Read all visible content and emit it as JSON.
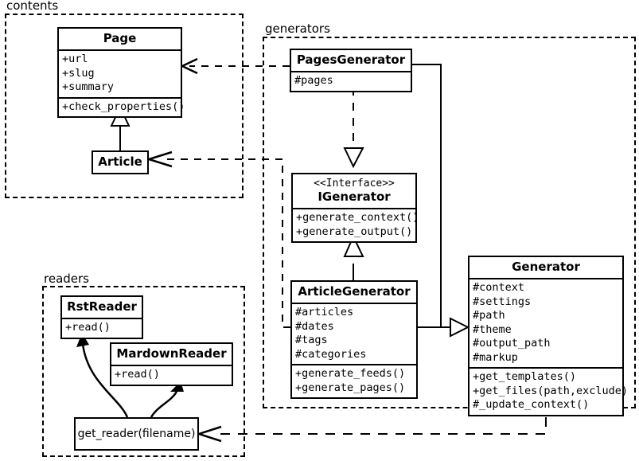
{
  "diagram": {
    "type": "uml-class-diagram",
    "title": "",
    "packages": [
      {
        "id": "contents",
        "label": "contents"
      },
      {
        "id": "generators",
        "label": "generators"
      },
      {
        "id": "readers",
        "label": "readers"
      }
    ],
    "classes": [
      {
        "id": "page",
        "name": "Page",
        "stereotype": "",
        "attributes": [
          "+url",
          "+slug",
          "+summary"
        ],
        "methods": [
          "+check_properties()"
        ],
        "package": "contents"
      },
      {
        "id": "article",
        "name": "Article",
        "stereotype": "",
        "attributes": [],
        "methods": [],
        "package": "contents"
      },
      {
        "id": "pages_generator",
        "name": "PagesGenerator",
        "stereotype": "",
        "attributes": [
          "#pages"
        ],
        "methods": [],
        "package": "generators"
      },
      {
        "id": "igenerator",
        "name": "IGenerator",
        "stereotype": "<<Interface>>",
        "attributes": [],
        "methods": [
          "+generate_context()",
          "+generate_output()"
        ],
        "package": "generators"
      },
      {
        "id": "article_generator",
        "name": "ArticleGenerator",
        "stereotype": "",
        "attributes": [
          "#articles",
          "#dates",
          "#tags",
          "#categories"
        ],
        "methods": [
          "+generate_feeds()",
          "+generate_pages()"
        ],
        "package": "generators"
      },
      {
        "id": "generator",
        "name": "Generator",
        "stereotype": "",
        "attributes": [
          "#context",
          "#settings",
          "#path",
          "#theme",
          "#output_path",
          "#markup"
        ],
        "methods": [
          "+get_templates()",
          "+get_files(path,exclude)",
          "#_update_context()"
        ],
        "package": "generators"
      },
      {
        "id": "rst_reader",
        "name": "RstReader",
        "stereotype": "",
        "attributes": [],
        "methods": [
          "+read()"
        ],
        "package": "readers"
      },
      {
        "id": "mardown_reader",
        "name": "MardownReader",
        "stereotype": "",
        "attributes": [],
        "methods": [
          "+read()"
        ],
        "package": "readers"
      },
      {
        "id": "get_reader",
        "name": "get_reader(filename)",
        "stereotype": "",
        "attributes": [],
        "methods": [],
        "package": "readers"
      }
    ],
    "relationships": [
      {
        "from": "pages_generator",
        "to": "page",
        "kind": "dependency",
        "style": "dashed-arrow"
      },
      {
        "from": "pages_generator",
        "to": "igenerator",
        "kind": "realization",
        "style": "dashed-hollow-triangle"
      },
      {
        "from": "article_generator",
        "to": "igenerator",
        "kind": "realization",
        "style": "solid-hollow-triangle"
      },
      {
        "from": "article_generator",
        "to": "article",
        "kind": "dependency",
        "style": "dashed-arrow"
      },
      {
        "from": "article",
        "to": "page",
        "kind": "inheritance",
        "style": "solid-hollow-triangle"
      },
      {
        "from": "generator",
        "to": "pages_generator",
        "kind": "aggregation",
        "style": "solid-hollow-diamond"
      },
      {
        "from": "generator",
        "to": "article_generator",
        "kind": "aggregation",
        "style": "solid-hollow-diamond"
      },
      {
        "from": "generator",
        "to": "get_reader",
        "kind": "dependency",
        "style": "dashed-arrow"
      },
      {
        "from": "get_reader",
        "to": "rst_reader",
        "kind": "association",
        "style": "curved-arrow"
      },
      {
        "from": "get_reader",
        "to": "mardown_reader",
        "kind": "association",
        "style": "curved-arrow"
      }
    ],
    "colors": {
      "stroke": "#000000",
      "fill": "#ffffff"
    }
  }
}
